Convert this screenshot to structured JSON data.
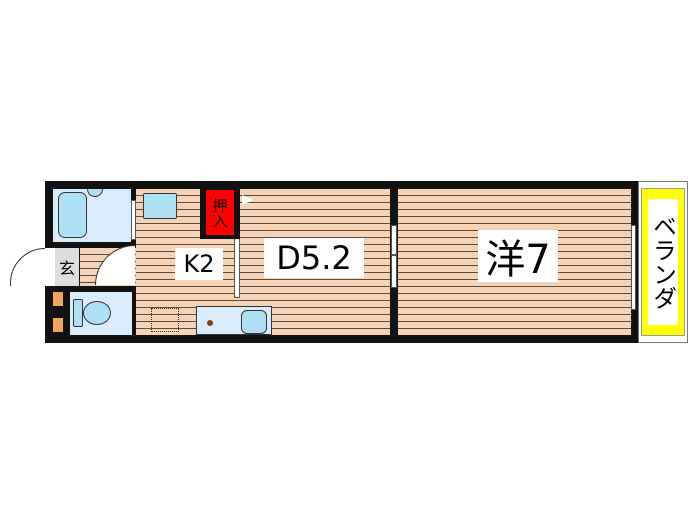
{
  "floorplan": {
    "rooms": {
      "western_room": {
        "label": "洋7",
        "type": "Western-style room",
        "size_jo": 7
      },
      "dining": {
        "label": "D5.2",
        "type": "Dining",
        "size_jo": 5.2
      },
      "kitchen": {
        "label": "K2",
        "type": "Kitchen",
        "size_jo": 2
      },
      "closet": {
        "label": "押入",
        "type": "Closet (oshiire)"
      },
      "entrance": {
        "label": "玄",
        "type": "Entrance (genkan)"
      },
      "veranda": {
        "label": "ベランダ",
        "type": "Veranda"
      }
    },
    "colors": {
      "wall": "#111111",
      "floor": "#f6d3b4",
      "floor_line": "#5a4a42",
      "wet_area": "#d9ecfb",
      "fixture": "#aee0f5",
      "closet": "#ff0000",
      "veranda": "#ffff00",
      "entrance": "#dddddd",
      "shoe_box": "#f2a65a"
    }
  }
}
